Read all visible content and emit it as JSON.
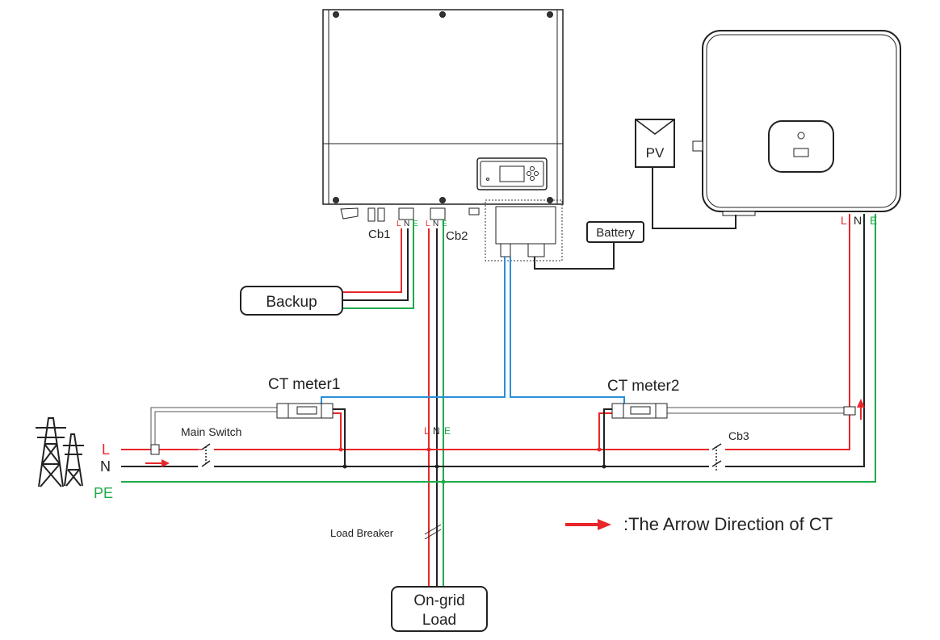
{
  "labels": {
    "cb1": "Cb1",
    "cb2": "Cb2",
    "cb3": "Cb3",
    "battery": "Battery",
    "pv": "PV",
    "backup": "Backup",
    "ct_meter1": "CT meter1",
    "ct_meter2": "CT meter2",
    "main_switch": "Main Switch",
    "load_breaker": "Load Breaker",
    "on_grid_load_line1": "On-grid",
    "on_grid_load_line2": "Load",
    "grid_L": "L",
    "grid_N": "N",
    "grid_PE": "PE",
    "lne_L": "L",
    "lne_N": "N",
    "lne_E": "E",
    "legend": ":The Arrow Direction of CT"
  },
  "colors": {
    "live": "#e8262a",
    "neutral": "#222222",
    "earth": "#1faa4a",
    "comm": "#2a8fd8"
  }
}
